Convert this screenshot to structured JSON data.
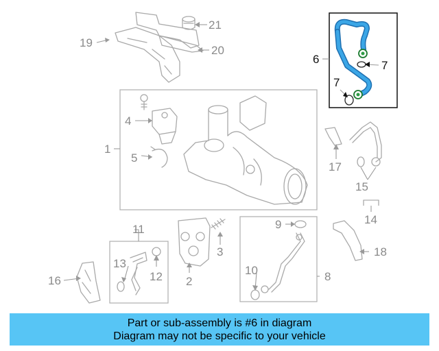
{
  "colors": {
    "banner_background": "#57c5f5",
    "highlight_part": "#3ba6e6",
    "line_art": "#a9a9a9",
    "label_text": "#8a8a8a",
    "highlight_label_text": "#111111"
  },
  "callouts": {
    "c1": "1",
    "c2": "2",
    "c3": "3",
    "c4": "4",
    "c5": "5",
    "c6": "6",
    "c7a": "7",
    "c7b": "7",
    "c8": "8",
    "c9": "9",
    "c10": "10",
    "c11": "11",
    "c12": "12",
    "c13": "13",
    "c14": "14",
    "c15": "15",
    "c16": "16",
    "c17": "17",
    "c18": "18",
    "c19": "19",
    "c20": "20",
    "c21": "21"
  },
  "highlighted_part": "6",
  "banner": {
    "line1": "Part or sub-assembly is #6 in diagram",
    "line2": "Diagram may not be specific to your vehicle"
  }
}
